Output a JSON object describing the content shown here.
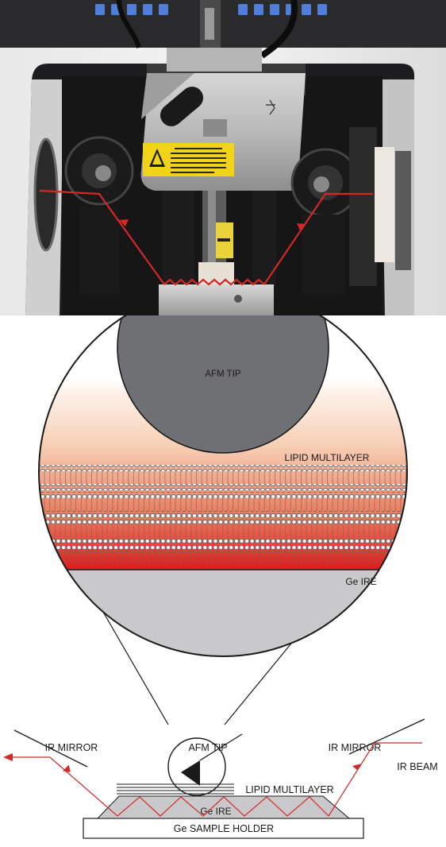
{
  "labels": {
    "afm_tip_zoom": "AFM TIP",
    "lipid_multilayer_zoom": "LIPID MULTILAYER",
    "ge_ire_zoom": "Ge IRE",
    "ir_mirror_left": "IR MIRROR",
    "afm_tip_small": "AFM TIP",
    "ir_mirror_right": "IR MIRROR",
    "ir_beam": "IR BEAM",
    "lipid_multilayer_small": "LIPID MULTILAYER",
    "ge_ire_small": "Ge IRE",
    "ge_sample_holder": "Ge SAMPLE HOLDER"
  },
  "colors": {
    "laser_red": "#d42828",
    "tip_gray": "#6f7073",
    "ire_gray": "#c9c9cb",
    "gradient_top": "#fce4d6",
    "gradient_bottom": "#d81e1e"
  }
}
